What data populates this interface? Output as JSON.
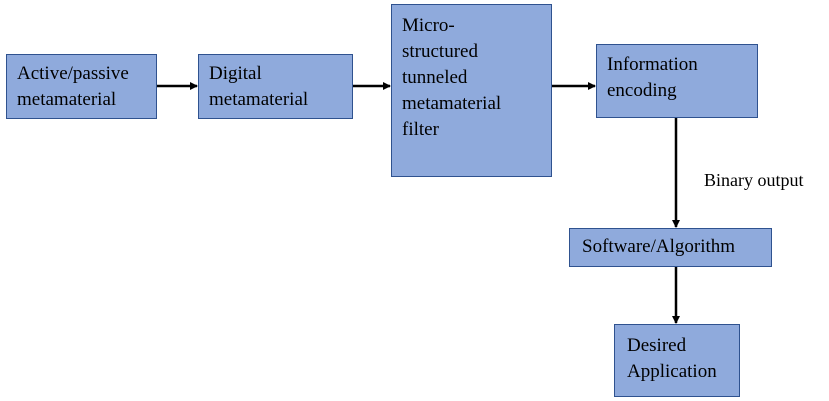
{
  "diagram": {
    "nodes": [
      {
        "id": "active-passive",
        "lines": [
          "Active/passive",
          "metamaterial"
        ]
      },
      {
        "id": "digital",
        "lines": [
          "Digital",
          "metamaterial"
        ]
      },
      {
        "id": "filter",
        "lines": [
          "Micro-",
          "structured",
          "tunneled",
          "metamaterial",
          "filter"
        ]
      },
      {
        "id": "encoding",
        "lines": [
          "Information",
          "encoding"
        ]
      },
      {
        "id": "software",
        "lines": [
          "Software/Algorithm"
        ]
      },
      {
        "id": "application",
        "lines": [
          "Desired",
          "Application"
        ]
      }
    ],
    "edges": [
      {
        "from": "active-passive",
        "to": "digital",
        "label": ""
      },
      {
        "from": "digital",
        "to": "filter",
        "label": ""
      },
      {
        "from": "filter",
        "to": "encoding",
        "label": ""
      },
      {
        "from": "encoding",
        "to": "software",
        "label": "Binary output"
      },
      {
        "from": "software",
        "to": "application",
        "label": ""
      }
    ],
    "colors": {
      "box_fill": "#8faadc",
      "box_border": "#2f528f",
      "arrow": "#000000"
    }
  }
}
